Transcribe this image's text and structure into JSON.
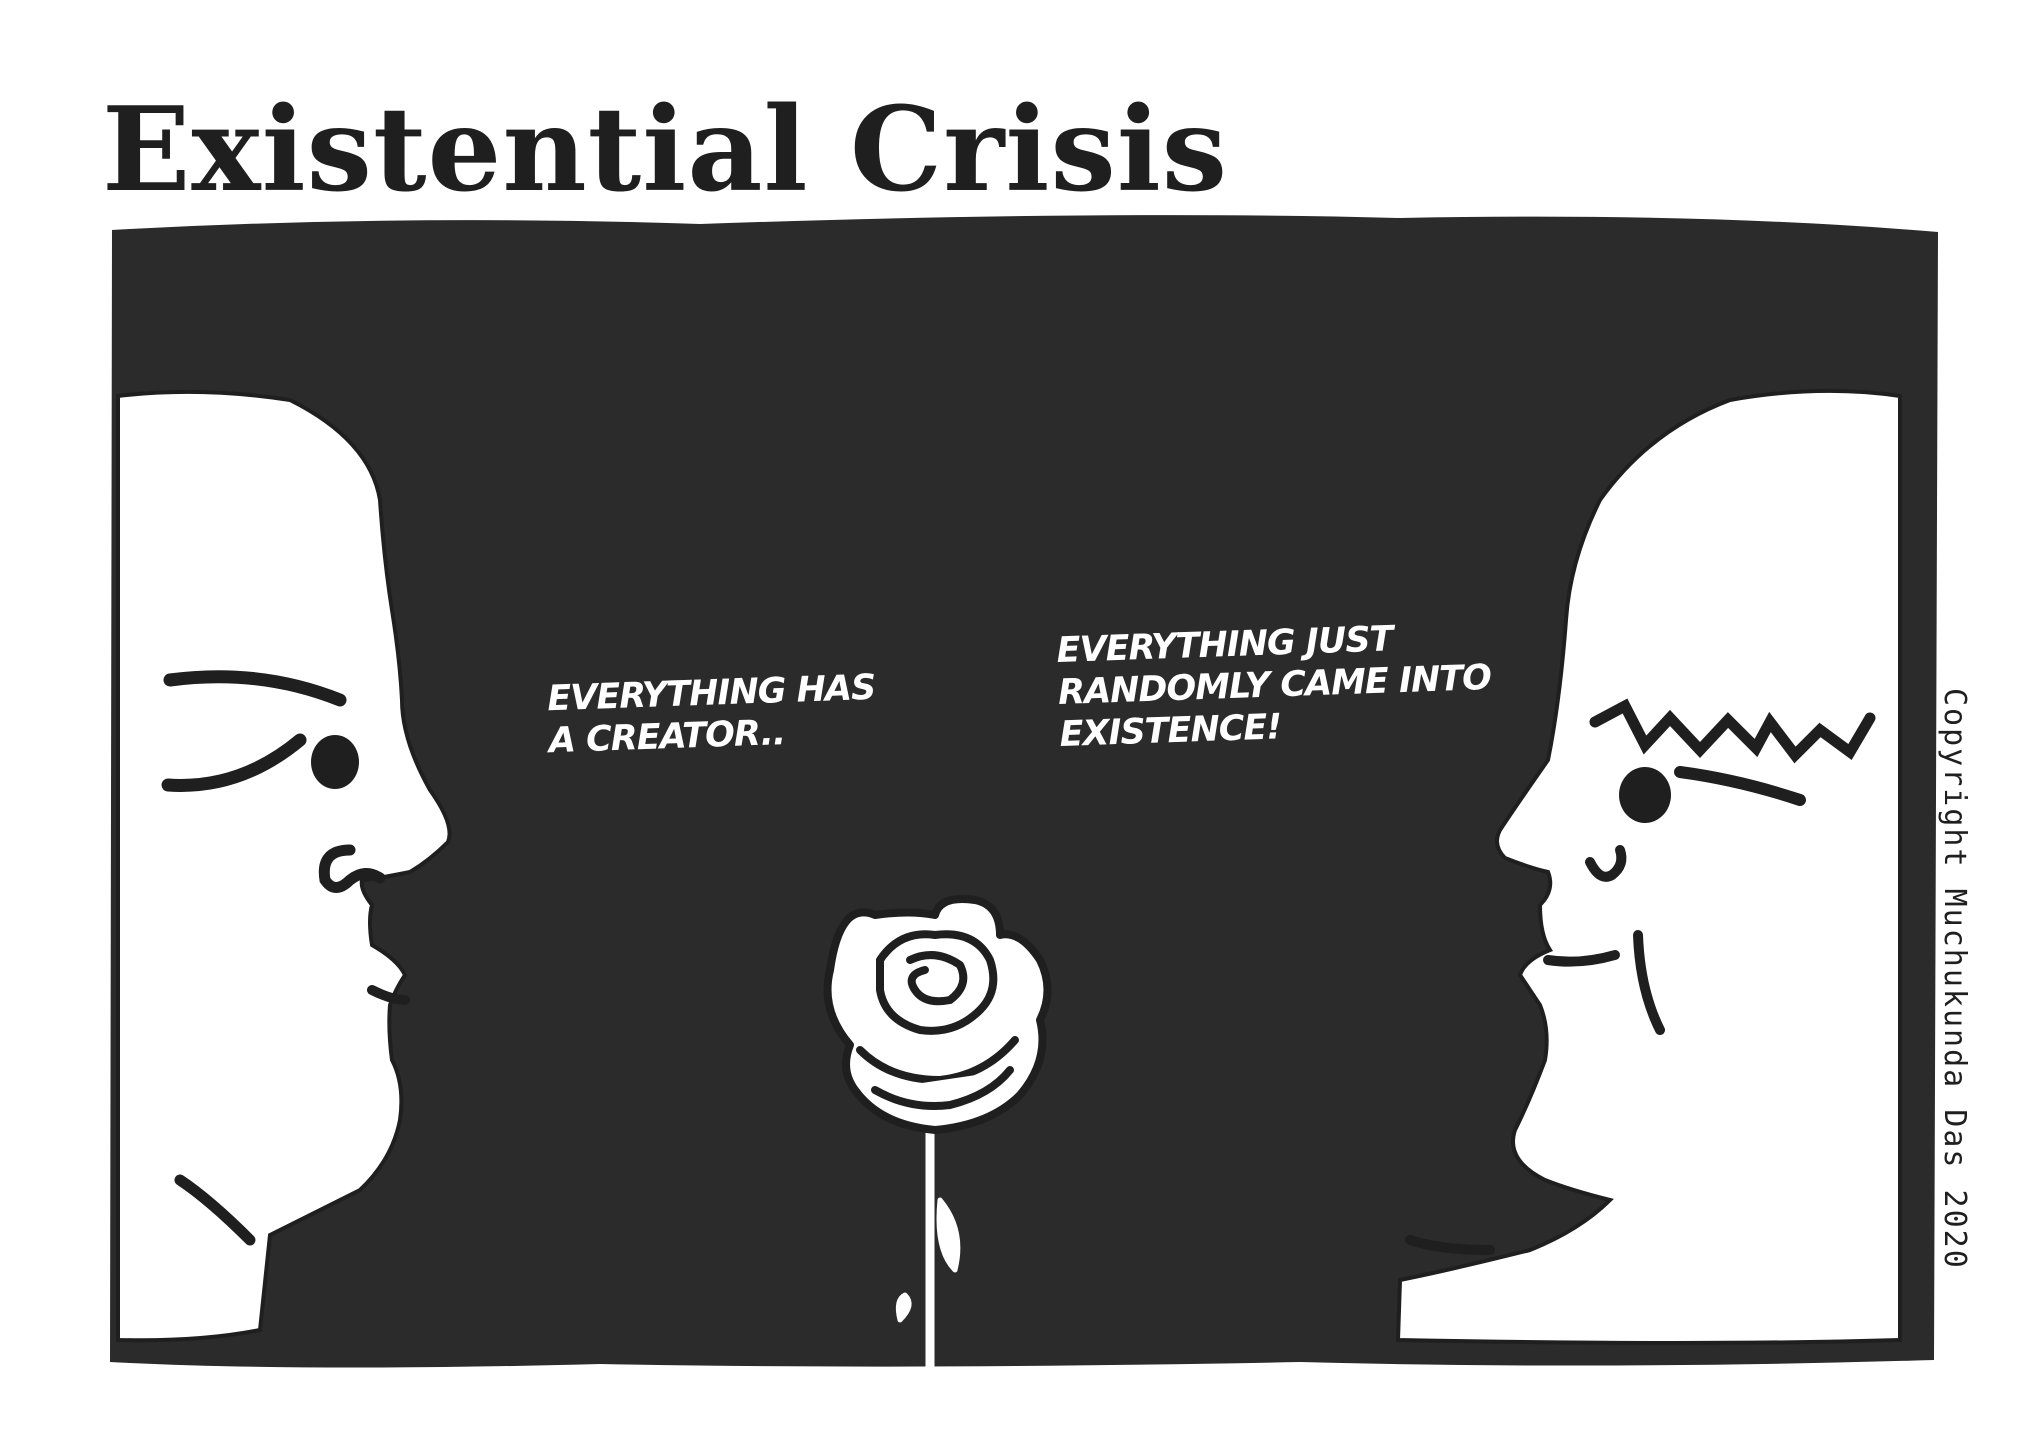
{
  "comic": {
    "title": "Existential Crisis",
    "left_speech": "Everything has a creator..",
    "right_speech": "Everything just randomly came into existence!",
    "copyright": "Copyright Muchukunda Das 2020"
  },
  "colors": {
    "ink": "#2b2b2b",
    "paper": "#ffffff"
  }
}
